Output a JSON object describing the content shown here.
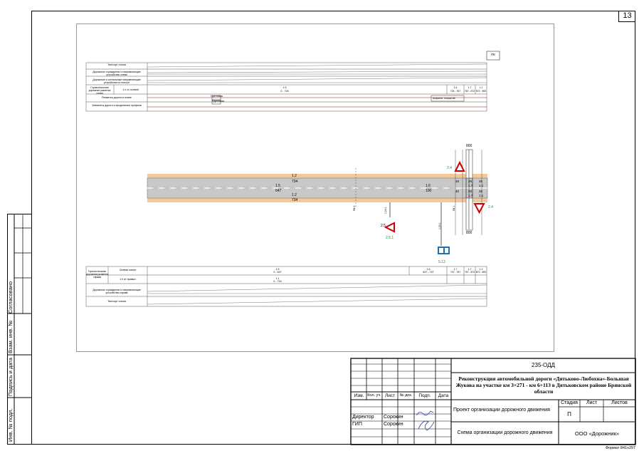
{
  "sheet": {
    "number": "13",
    "format": "Формат 841х297"
  },
  "side_stamp": {
    "soglasovano": "Согласовано",
    "vzam_inv": "Взам. инв. №",
    "podpis_data": "Подпись и дата",
    "inv_podl": "Инв. № подл."
  },
  "title_block": {
    "code": "235-ОДД",
    "project_title": "Реконструкция автомобильной дороги «Дятьково-Любохна»-Большая Жукова на участке км 3+271 - км 6+113 в Дятьковском районе Брянской области",
    "columns": [
      "Изм.",
      "Кол. уч.",
      "Лист",
      "№ док.",
      "Подп.",
      "Дата"
    ],
    "staff": [
      {
        "role": "Директор",
        "name": "Сорокин"
      },
      {
        "role": "ГИП",
        "name": "Сорокин"
      }
    ],
    "section": "Проект организации дорожного движения",
    "stage_header": "Стадия",
    "sheet_header": "Лист",
    "sheets_header": "Листов",
    "stage": "П",
    "sheet_name": "Схема организации дорожного движения",
    "organization": "ООО «Дорожник»"
  },
  "drawing": {
    "north_label": "ПК",
    "top_table": {
      "rows": [
        "Тип/сорт ч/зона",
        "Дорожные ограждения и направляющие устройства слева",
        "Дорожные и сигнальные направляющие устройства по полосе",
        "Горизонтальная дорожная разметка слева",
        "Разметка дороги в плане",
        "Элементы дороги и продольные профили"
      ],
      "sub_label": "1 п от осевой",
      "segment_1": "1.5",
      "segment_1_range": "0 - 724",
      "segment_2": "1.6",
      "segment_2_range": "724 - 767",
      "segment_3": "1.7",
      "segment_3_range": "767 - 872",
      "segment_4": "1.1",
      "segment_4_range": "872 - 900",
      "left_label_1": "Грунтовая",
      "left_label_2": "Грунтовая",
      "right_label": "Асфальт. покрытие"
    },
    "road": {
      "center_label_top": "1.2",
      "center_val_top": "734",
      "center_label_bot": "1.2",
      "center_val_bot": "734",
      "marking_left": "1.5",
      "marking_left_val": "647",
      "marking_right": "1.6",
      "marking_right_val": "100",
      "cross_top": "800",
      "cross_bottom": "800",
      "stopline_values": [
        "25",
        "26",
        "25",
        "26",
        "1.7",
        "1.1",
        "1.7",
        "1.1",
        "48",
        "40"
      ],
      "sign_labels": [
        "2.4",
        "2.4",
        "2.5.1",
        "5.13",
        "2.5"
      ],
      "marking_code_1": "1.24.1",
      "marking_code_2": "1.24.1",
      "pk_1": "ПК 0",
      "pk_2": "ПК 1"
    },
    "bottom_table": {
      "rows": [
        "Горизонтальная дорожная разметка справа",
        "Дорожные ограждения и направляющие устройства справа",
        "Тип/сорт ч/зона"
      ],
      "sub_label_1": "Осевая линия",
      "sub_label_2": "1 п от правых",
      "segment_1": "1.5",
      "segment_1_range": "0 - 647",
      "segment_2": "1.6",
      "segment_2_range": "647 - 747",
      "segment_3": "1.7",
      "segment_3_range": "747 - 767",
      "segment_4": "1.7",
      "segment_4_range": "767 - 872",
      "segment_5": "1.1",
      "segment_5_range": "872 - 900",
      "segment_6": "1.1",
      "segment_6_range": "0 - 724"
    }
  }
}
